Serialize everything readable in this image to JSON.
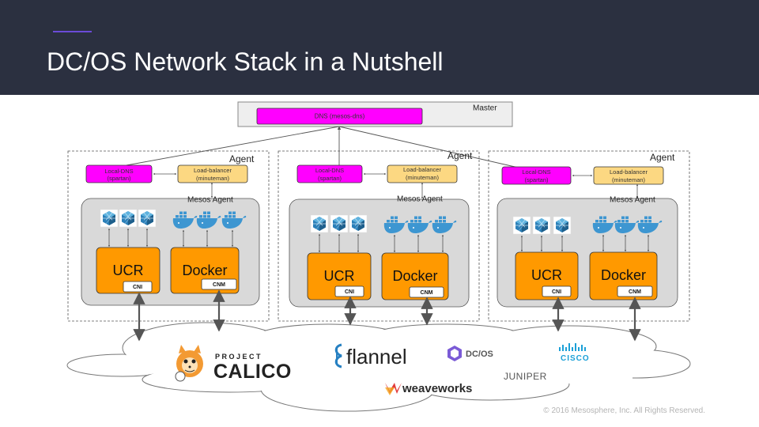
{
  "slide": {
    "title": "DC/OS Network Stack in a Nutshell",
    "copyright": "© 2016 Mesosphere, Inc. All Rights Reserved."
  },
  "master": {
    "label": "Master",
    "dns_label": "DNS (mesos-dns)"
  },
  "agents": [
    {
      "label": "Agent",
      "local_dns": [
        "Local-DNS",
        "(spartan)"
      ],
      "load_balancer": [
        "Load-balancer",
        "(minuteman)"
      ],
      "mesos_agent": "Mesos Agent",
      "ucr": "UCR",
      "cni": "CNI",
      "docker": "Docker",
      "cnm": "CNM"
    },
    {
      "label": "Agent",
      "local_dns": [
        "Local-DNS",
        "(spartan)"
      ],
      "load_balancer": [
        "Load-balancer",
        "(minuteman)"
      ],
      "mesos_agent": "Mesos Agent",
      "ucr": "UCR",
      "cni": "CNI",
      "docker": "Docker",
      "cnm": "CNM"
    },
    {
      "label": "Agent",
      "local_dns": [
        "Local-DNS",
        "(spartan)"
      ],
      "load_balancer": [
        "Load-balancer",
        "(minuteman)"
      ],
      "mesos_agent": "Mesos Agent",
      "ucr": "UCR",
      "cni": "CNI",
      "docker": "Docker",
      "cnm": "CNM"
    }
  ],
  "network_logos": {
    "calico_top": "PROJECT",
    "calico_main": "CALICO",
    "flannel": "flannel",
    "dcos": "DC/OS",
    "cisco": "CISCO",
    "juniper": "JUNIPER",
    "weaveworks": "weaveworks"
  },
  "colors": {
    "header": "#2b3040",
    "magenta": "#ff00ff",
    "yellow": "#fcd882",
    "orange": "#ff9900",
    "gray_panel": "#d9d9d9",
    "docker_blue": "#3d96d1",
    "calico_orange": "#f39a33",
    "weave_red": "#e23c3c",
    "dcos_purple": "#7b5bd6"
  }
}
